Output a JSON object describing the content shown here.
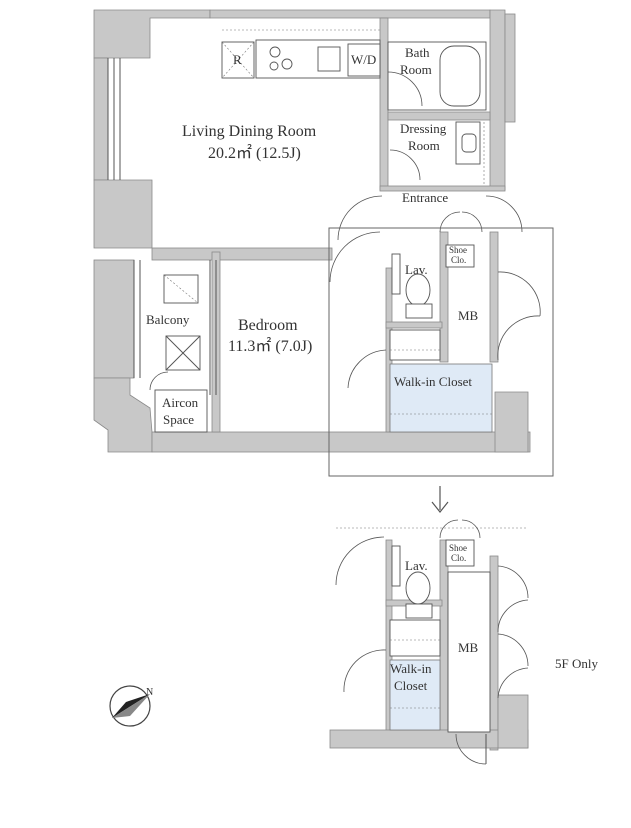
{
  "rooms": {
    "living": {
      "name": "Living Dining Room",
      "area": "20.2㎡ (12.5J)"
    },
    "bedroom": {
      "name": "Bedroom",
      "area": "11.3㎡ (7.0J)"
    },
    "bath": {
      "line1": "Bath",
      "line2": "Room"
    },
    "dressing": {
      "line1": "Dressing",
      "line2": "Room"
    },
    "entrance": "Entrance",
    "shoe": {
      "line1": "Shoe",
      "line2": "Clo."
    },
    "lav": "Lav.",
    "mb": "MB",
    "walkin": "Walk-in Closet",
    "balcony": "Balcony",
    "aircon": {
      "line1": "Aircon",
      "line2": "Space"
    }
  },
  "fixtures": {
    "fridge": "R",
    "washer": "W/D"
  },
  "detail": {
    "shoe": {
      "line1": "Shoe",
      "line2": "Clo."
    },
    "lav": "Lav.",
    "mb": "MB",
    "walkin": {
      "line1": "Walk-in",
      "line2": "Closet"
    },
    "note": "5F Only"
  },
  "compass": {
    "letter": "N"
  }
}
